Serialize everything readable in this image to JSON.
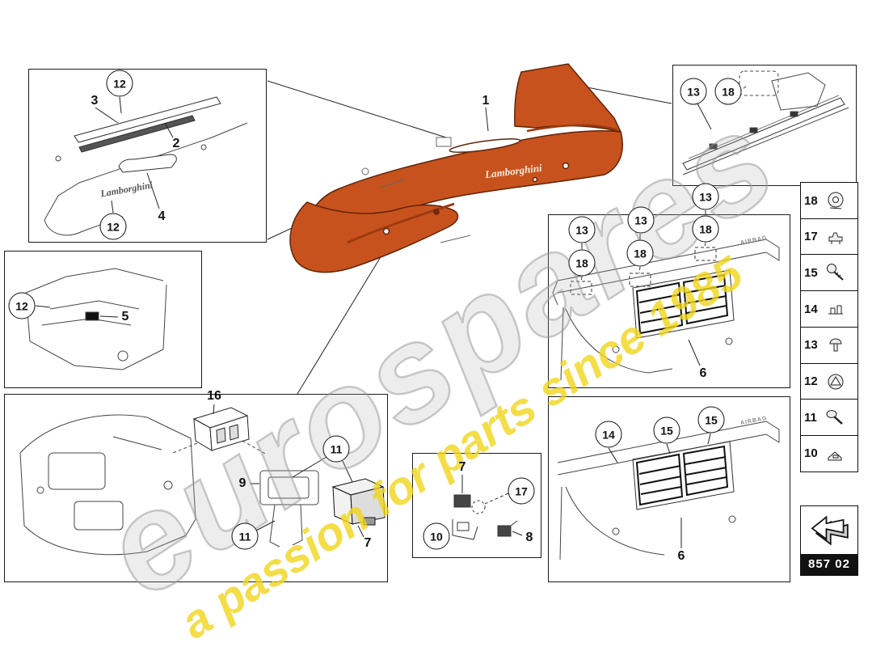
{
  "watermark": {
    "brand": "eurospares",
    "tagline": "a passion for parts since 1985"
  },
  "page": {
    "code": "857 02"
  },
  "branding": {
    "script": "Lamborghini"
  },
  "labels": {
    "airbag": "AIRBAG"
  },
  "colors": {
    "part_body": "#c8521d",
    "part_shadow": "#9c3a10",
    "part_outline": "#5f2407",
    "watermark_yellow": "#f2d935",
    "watermark_gray": "#9a9a9a"
  },
  "callouts": [
    {
      "label": "12",
      "style": "circle"
    },
    {
      "label": "3",
      "style": "plain"
    },
    {
      "label": "2",
      "style": "plain"
    },
    {
      "label": "4",
      "style": "plain"
    },
    {
      "label": "12",
      "style": "circle"
    },
    {
      "label": "1",
      "style": "plain"
    },
    {
      "label": "13",
      "style": "circle"
    },
    {
      "label": "18",
      "style": "circle"
    },
    {
      "label": "12",
      "style": "circle"
    },
    {
      "label": "5",
      "style": "plain"
    },
    {
      "label": "13",
      "style": "circle"
    },
    {
      "label": "18",
      "style": "circle"
    },
    {
      "label": "13",
      "style": "circle"
    },
    {
      "label": "18",
      "style": "circle"
    },
    {
      "label": "13",
      "style": "circle"
    },
    {
      "label": "18",
      "style": "circle"
    },
    {
      "label": "6",
      "style": "plain"
    },
    {
      "label": "16",
      "style": "plain"
    },
    {
      "label": "11",
      "style": "circle"
    },
    {
      "label": "9",
      "style": "plain"
    },
    {
      "label": "11",
      "style": "circle"
    },
    {
      "label": "7",
      "style": "plain"
    },
    {
      "label": "7",
      "style": "plain"
    },
    {
      "label": "17",
      "style": "circle"
    },
    {
      "label": "10",
      "style": "circle"
    },
    {
      "label": "8",
      "style": "plain"
    },
    {
      "label": "14",
      "style": "circle"
    },
    {
      "label": "15",
      "style": "circle"
    },
    {
      "label": "15",
      "style": "circle"
    },
    {
      "label": "6",
      "style": "plain"
    }
  ],
  "sidebar": {
    "items": [
      {
        "label": "18",
        "icon": "washer"
      },
      {
        "label": "17",
        "icon": "clip"
      },
      {
        "label": "15",
        "icon": "screw"
      },
      {
        "label": "14",
        "icon": "clip"
      },
      {
        "label": "13",
        "icon": "rivet"
      },
      {
        "label": "12",
        "icon": "grommet"
      },
      {
        "label": "11",
        "icon": "screw"
      },
      {
        "label": "10",
        "icon": "clip"
      }
    ]
  }
}
